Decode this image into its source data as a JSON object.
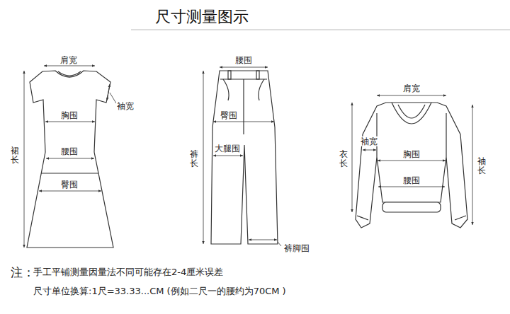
{
  "diagram": {
    "title": "尺寸测量图示",
    "labels": [
      "肩宽",
      "袖宽",
      "胸围",
      "腰围",
      "臀围",
      "裙长",
      "腰围",
      "臀围",
      "大腿围",
      "裤长",
      "裤脚围",
      "肩宽",
      "袖宽",
      "胸围",
      "腰围",
      "衣长",
      "袖长",
      "注：",
      "手工平铺测量因量法不同可能存在2-4厘米误差",
      "尺寸单位换算:1尺=33.33...CM (例如二尺一的腰约为70CM )"
    ]
  }
}
